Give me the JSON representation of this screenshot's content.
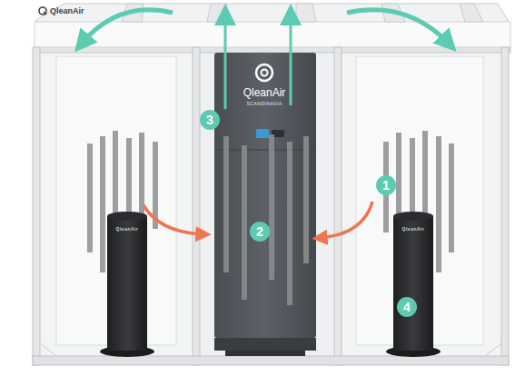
{
  "diagram": {
    "nodes": [
      {
        "text": [
          "3"
        ]
      },
      {
        "text": [
          "1"
        ]
      },
      {
        "text": [
          "2"
        ]
      },
      {
        "text": [
          "4"
        ]
      }
    ],
    "labels": [
      "QleanAir",
      "QleanAir",
      "SCANDINAVIA",
      "QleanAir",
      "QleanAir"
    ]
  }
}
